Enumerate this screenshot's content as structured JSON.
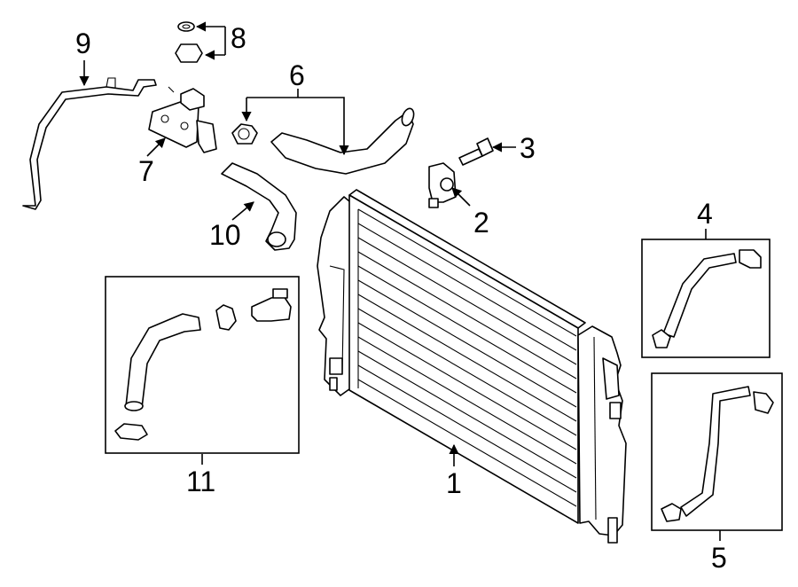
{
  "diagram": {
    "callouts": {
      "n1": "1",
      "n2": "2",
      "n3": "3",
      "n4": "4",
      "n5": "5",
      "n6": "6",
      "n7": "7",
      "n8": "8",
      "n9": "9",
      "n10": "10",
      "n11": "11"
    },
    "line_color": "#000000",
    "background": "#ffffff"
  }
}
